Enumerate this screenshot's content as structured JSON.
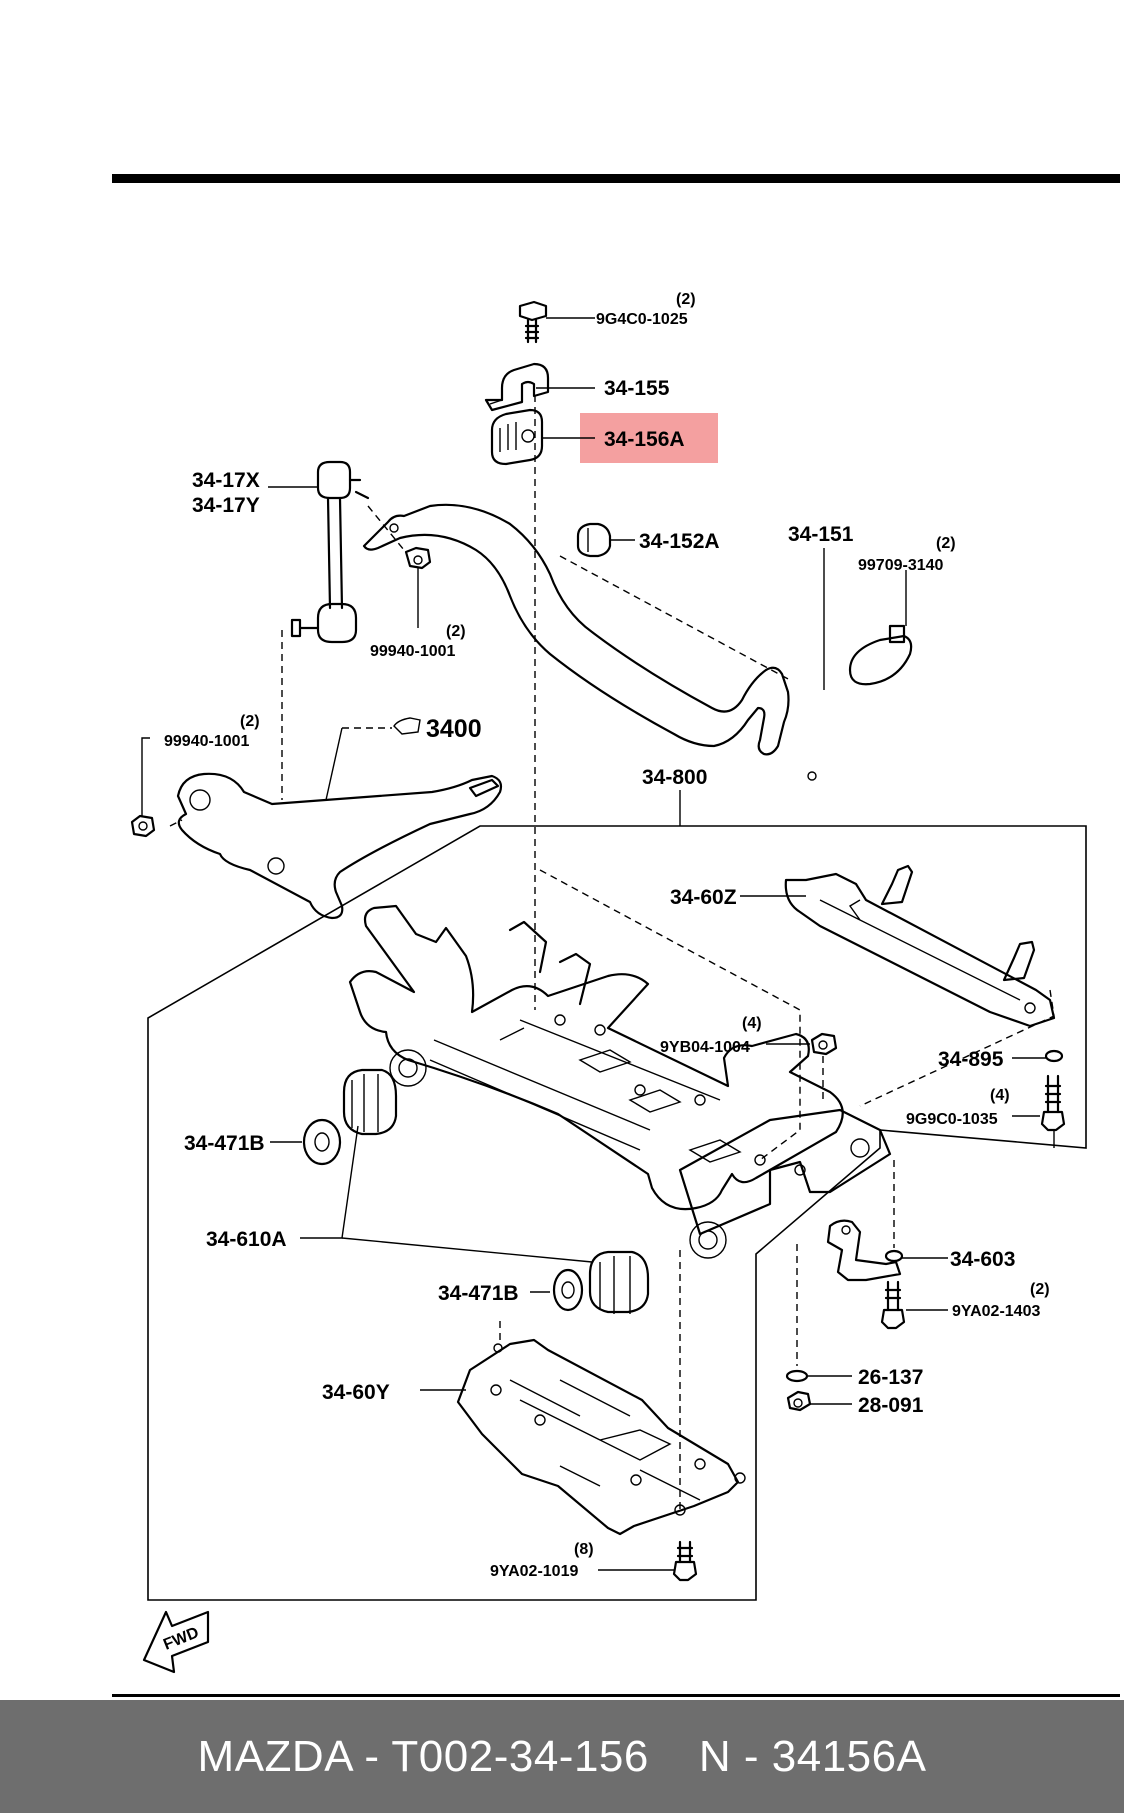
{
  "highlight_color": "#f4a0a0",
  "footer_bg_color": "#6e6e6e",
  "labels": {
    "p9G4C0_1025": "9G4C0-1025",
    "p9G4C0_1025_qty": "(2)",
    "p34_155": "34-155",
    "p34_156A": "34-156A",
    "p34_17X": "34-17X",
    "p34_17Y": "34-17Y",
    "p34_152A": "34-152A",
    "p34_151": "34-151",
    "p99709_3140_qty": "(2)",
    "p99709_3140": "99709-3140",
    "p99940_1001_a_qty": "(2)",
    "p99940_1001_a": "99940-1001",
    "p99940_1001_b_qty": "(2)",
    "p99940_1001_b": "99940-1001",
    "p3400": "3400",
    "p34_800": "34-800",
    "p34_60Z": "34-60Z",
    "p9YB04_1004_qty": "(4)",
    "p9YB04_1004": "9YB04-1004",
    "p34_895": "34-895",
    "p9G9C0_1035_qty": "(4)",
    "p9G9C0_1035": "9G9C0-1035",
    "p34_471B_a": "34-471B",
    "p34_610A": "34-610A",
    "p34_471B_b": "34-471B",
    "p34_603": "34-603",
    "p9YA02_1403_qty": "(2)",
    "p9YA02_1403": "9YA02-1403",
    "p26_137": "26-137",
    "p28_091": "28-091",
    "p34_60Y": "34-60Y",
    "p9YA02_1019_qty": "(8)",
    "p9YA02_1019": "9YA02-1019",
    "fwd": "FWD"
  },
  "footer": {
    "left": "MAZDA - T002-34-156",
    "right": "N - 34156A"
  }
}
